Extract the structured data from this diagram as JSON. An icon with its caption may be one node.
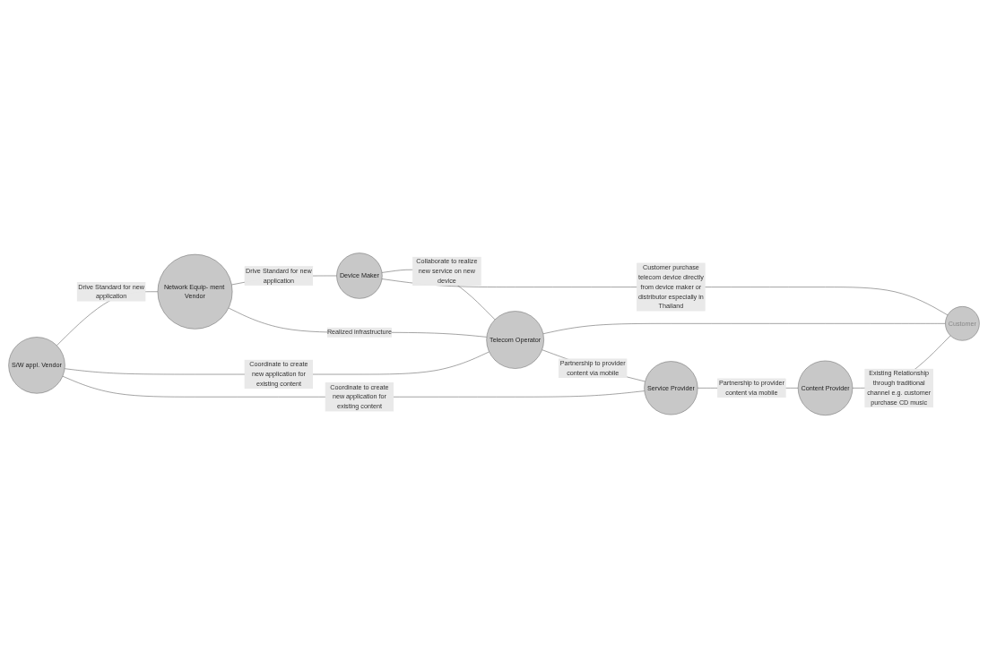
{
  "diagram": {
    "nodes": [
      {
        "text": [
          "S/W appl. Vendor"
        ]
      },
      {
        "text": [
          "Network Equip- ment Vendor"
        ]
      },
      {
        "text": [
          "Device Maker"
        ]
      },
      {
        "text": [
          "Telecom Operator"
        ]
      },
      {
        "text": [
          "Customer"
        ]
      },
      {
        "text": [
          "Service Provider"
        ]
      },
      {
        "text": [
          "Content Provider"
        ]
      }
    ],
    "edges": [
      {
        "from": 0,
        "to": 1,
        "arrow": "none",
        "label": "Drive Standard for new application"
      },
      {
        "from": 1,
        "to": 2,
        "arrow": "none",
        "label": "Drive Standard for new application"
      },
      {
        "from": 0,
        "to": 3,
        "arrow": "none",
        "label": "Coordinate to create new application for existing content"
      },
      {
        "from": 1,
        "to": 3,
        "arrow": "none",
        "label": "Realized infrastructure"
      },
      {
        "from": 2,
        "to": 3,
        "arrow": "none",
        "label": "Collaborate to realize new service on new device"
      },
      {
        "from": 2,
        "to": 4,
        "arrow": "none",
        "label": "Customer purchase telecom device directly from device maker or distributor especially in Thailand"
      },
      {
        "from": 3,
        "to": 4,
        "arrow": "none"
      },
      {
        "from": 0,
        "to": 5,
        "arrow": "none",
        "label": "Coordinate to create new application for existing content"
      },
      {
        "from": 3,
        "to": 5,
        "arrow": "none",
        "label": "Partnership to provider content via mobile"
      },
      {
        "from": 5,
        "to": 6,
        "arrow": "none",
        "label": "Partnership to provider content via mobile"
      },
      {
        "from": 6,
        "to": 4,
        "arrow": "none",
        "label": "Existing Relationship through traditional channel e.g. customer purchase CD music"
      }
    ]
  }
}
